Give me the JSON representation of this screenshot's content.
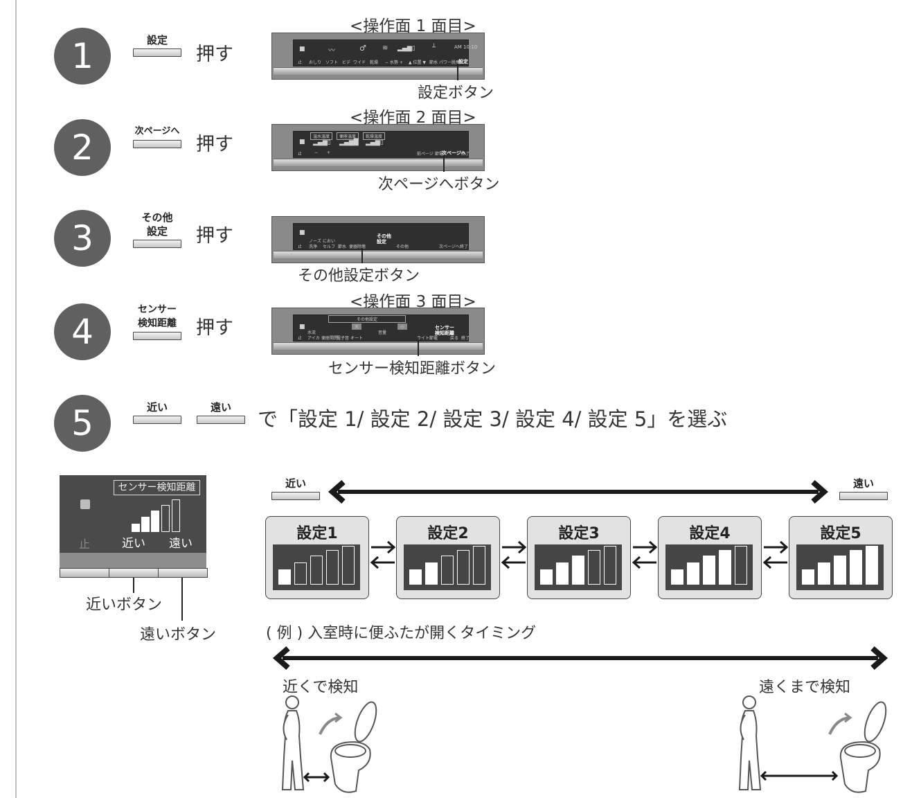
{
  "steps": [
    {
      "number": "1",
      "button_lines": [
        "設定"
      ],
      "action": "押す"
    },
    {
      "number": "2",
      "button_lines": [
        "次ページへ"
      ],
      "action": "押す"
    },
    {
      "number": "3",
      "button_lines": [
        "その他",
        "設定"
      ],
      "action": "押す"
    },
    {
      "number": "4",
      "button_lines": [
        "センサー",
        "検知距離"
      ],
      "action": "押す"
    },
    {
      "number": "5",
      "buttons": [
        "近い",
        "遠い"
      ],
      "text": "で「設定 1/ 設定 2/ 設定 3/ 設定 4/ 設定 5」を選ぶ"
    }
  ],
  "screens": [
    {
      "title": "<操作面 1 面目>",
      "callout": "設定ボタン",
      "time": "AM 10:10",
      "highlight": "設定",
      "small": [
        "止",
        "おしり",
        "ソフト",
        "ビデ",
        "ワイド",
        "乾燥",
        "− 水勢 +",
        "▲ 位置 ▼",
        "節水",
        "パワー脱臭"
      ]
    },
    {
      "title": "<操作面 2 面目>",
      "callout": "次ページへボタン",
      "highlight": "次ページへ",
      "small": [
        "温水温度",
        "便座温度",
        "乾燥温度",
        "止",
        "−",
        "+",
        "前ページ",
        "節電",
        "終了"
      ]
    },
    {
      "title": "",
      "callout": "その他設定ボタン",
      "highlight": "その他\n設定",
      "small": [
        "止",
        "ノーズ",
        "洗浄",
        "におい",
        "セルフ",
        "節水",
        "便器除菌",
        "その他",
        "次ページへ",
        "終了"
      ]
    },
    {
      "title": "<操作面 3 面目>",
      "callout": "センサー検知距離ボタン",
      "highlight": "センサー\n検知距離",
      "small": [
        "その他設定",
        "止",
        "水流",
        "アイカ",
        "便座開閉",
        "電子音",
        "オート",
        "大",
        "小",
        "音量",
        "ライト",
        "節電",
        "戻る",
        "終了"
      ]
    }
  ],
  "remote": {
    "title": "センサー検知距離",
    "labels": [
      "止",
      "近い",
      "遠い"
    ],
    "callout_near": "近いボタン",
    "callout_far": "遠いボタン"
  },
  "scale": {
    "near_button": "近い",
    "far_button": "遠い"
  },
  "settings": [
    {
      "label": "設定1",
      "level": 1
    },
    {
      "label": "設定2",
      "level": 2
    },
    {
      "label": "設定3",
      "level": 3
    },
    {
      "label": "設定4",
      "level": 4
    },
    {
      "label": "設定5",
      "level": 5
    }
  ],
  "example": {
    "caption": "( 例 ) 入室時に便ふたが開くタイミング",
    "near_label": "近くで検知",
    "far_label": "遠くまで検知"
  }
}
